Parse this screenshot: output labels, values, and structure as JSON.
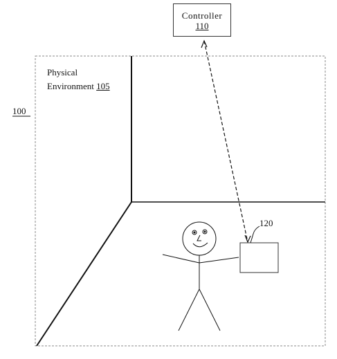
{
  "controller": {
    "name": "Controller",
    "ref": "110"
  },
  "environment": {
    "line1": "Physical",
    "line2_text": "Environment ",
    "line2_ref": "105"
  },
  "system_ref": "100",
  "device_ref": "120",
  "colors": {
    "line": "#111111",
    "dashed_border": "#888888",
    "box_border": "#333333"
  }
}
